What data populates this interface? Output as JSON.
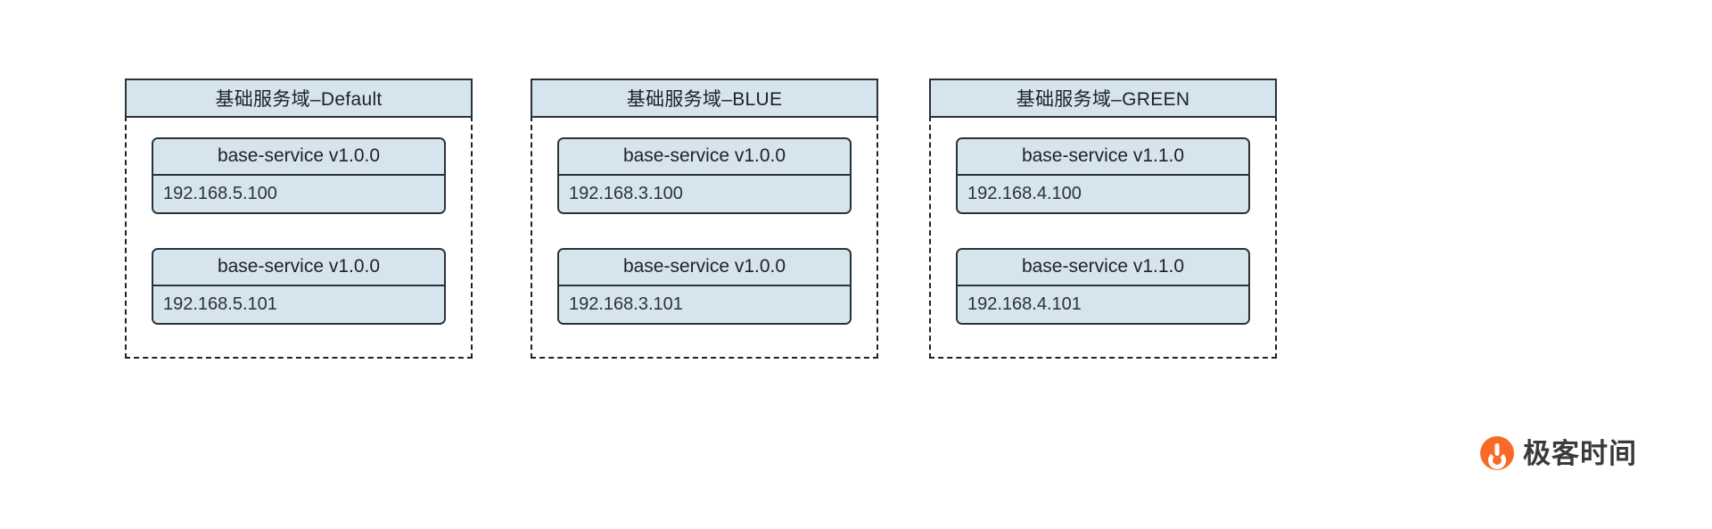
{
  "diagram": {
    "colors": {
      "box_fill": "#d6e4ed",
      "box_border": "#2a3238",
      "dashed_border": "#1d2226",
      "text": "#1d2226",
      "watermark_accent": "#f96a28"
    },
    "groups": [
      {
        "header": "基础服务域–Default",
        "services": [
          {
            "name": "base-service v1.0.0",
            "ip": "192.168.5.100"
          },
          {
            "name": "base-service v1.0.0",
            "ip": "192.168.5.101"
          }
        ]
      },
      {
        "header": "基础服务域–BLUE",
        "services": [
          {
            "name": "base-service v1.0.0",
            "ip": "192.168.3.100"
          },
          {
            "name": "base-service v1.0.0",
            "ip": "192.168.3.101"
          }
        ]
      },
      {
        "header": "基础服务域–GREEN",
        "services": [
          {
            "name": "base-service v1.1.0",
            "ip": "192.168.4.100"
          },
          {
            "name": "base-service v1.1.0",
            "ip": "192.168.4.101"
          }
        ]
      }
    ]
  },
  "watermark": {
    "text": "极客时间"
  }
}
